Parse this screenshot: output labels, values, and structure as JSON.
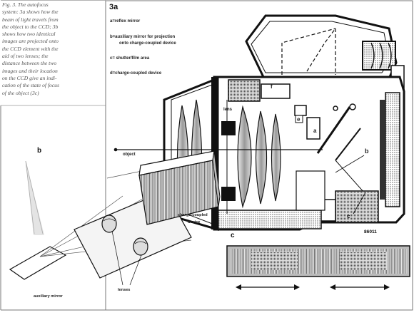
{
  "caption": {
    "lines": [
      "Fig. 3. The autofocus",
      "system: 3a shows how the",
      "beam of light travels from",
      "the object to the CCD; 3b",
      "shows how two identical",
      "images are projected onto",
      "the CCD element with the",
      "aid of two lenses; the",
      "distance between the two",
      "images and their location",
      "on the CCD give an indi-",
      "cation of the state of focus",
      "of the object (3c)"
    ]
  },
  "panel_a": {
    "label": "3a",
    "legend": {
      "a": "a=reflex mirror",
      "b1": "b=auxiliary mirror for projection",
      "b2": "onto charge-coupled device",
      "c": "c= shutter/film area",
      "d": "d=charge-coupled device"
    },
    "lens_label": "lens",
    "object_label": "object",
    "part_e": "e",
    "part_a": "a",
    "part_b": "b",
    "part_c": "c",
    "part_f": "f",
    "code": "86011"
  },
  "panel_b": {
    "label": "b",
    "ccd_label_1": "charge-coupled",
    "ccd_label_2": "device",
    "lenses_label": "lenses",
    "mirror_label": "auxiliary mirror"
  },
  "panel_c": {
    "label": "c"
  },
  "colors": {
    "ink": "#111111",
    "caption": "#555555",
    "frame": "#777777"
  }
}
